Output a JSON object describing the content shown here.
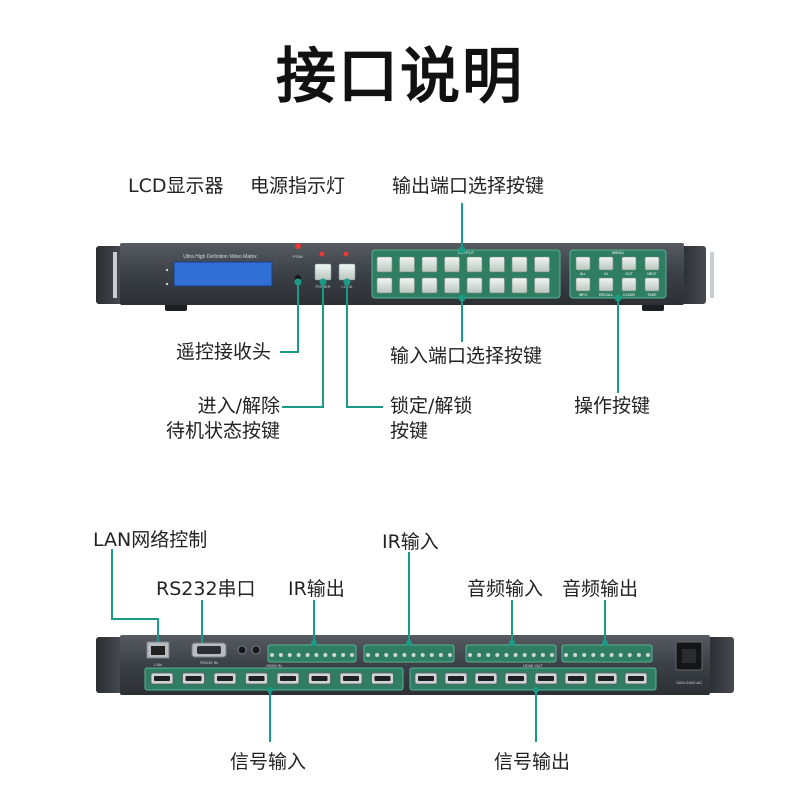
{
  "title": "接口说明",
  "front_labels": {
    "lcd": "LCD显示器",
    "power": "电源指示灯",
    "output_select": "输出端口选择按键",
    "ir_receiver": "遥控接收头",
    "input_select": "输入端口选择按键",
    "standby_line1": "进入/解除",
    "standby_line2": "待机状态按键",
    "lock_line1": "锁定/解锁",
    "lock_line2": "按键",
    "operation": "操作按键"
  },
  "rear_labels": {
    "lan": "LAN网络控制",
    "ir_in": "IR输入",
    "rs232": "RS232串口",
    "ir_out": "IR输出",
    "audio_in": "音频输入",
    "audio_out": "音频输出",
    "signal_in": "信号输入",
    "signal_out": "信号输出"
  },
  "device_text": {
    "front_model": "Ultra High Definition Video Matrix",
    "power_led": "POW",
    "standby_key": "POWER",
    "lock_key": "LOCK",
    "output_group": "OUTPUT",
    "menu_group": "MENU",
    "menu_keys": [
      "ALL",
      "IN",
      "OUT",
      "NEXT",
      "INFO",
      "RECALL",
      "CLEAR",
      "TAKE"
    ],
    "rear_lan": "LAN",
    "rear_rs232": "RS232 IN",
    "rear_hdmi_in": "HDMI IN",
    "rear_hdmi_out": "HDMI OUT",
    "rear_power": "110V-240V AC"
  },
  "colors": {
    "leader": "#1a9b86",
    "chassis": "#3c4046",
    "button_panel": "#2f7d62",
    "lcd": "#2f6fd6"
  }
}
